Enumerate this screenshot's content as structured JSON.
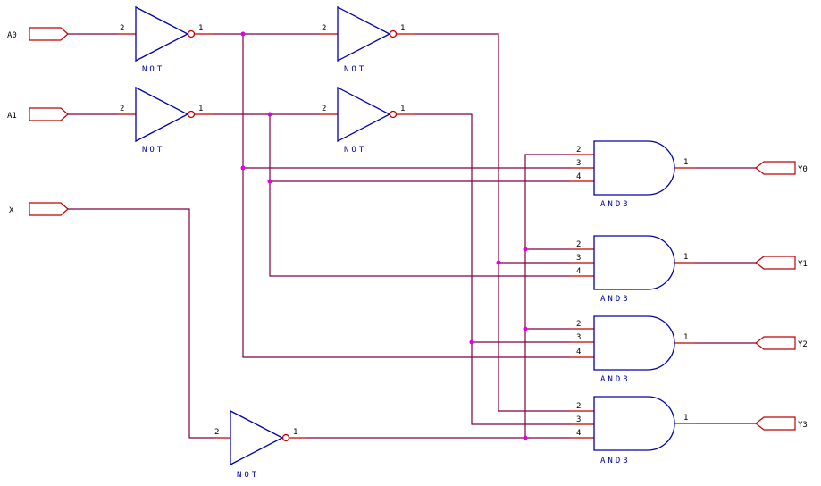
{
  "inputs": [
    {
      "id": "a0",
      "label": "A0"
    },
    {
      "id": "a1",
      "label": "A1"
    },
    {
      "id": "x",
      "label": "X"
    }
  ],
  "outputs": [
    {
      "id": "y0",
      "label": "Y0"
    },
    {
      "id": "y1",
      "label": "Y1"
    },
    {
      "id": "y2",
      "label": "Y2"
    },
    {
      "id": "y3",
      "label": "Y3"
    }
  ],
  "gate_types": {
    "not": "NOT",
    "and3": "AND3"
  },
  "pins": {
    "out": "1",
    "in_not": "2",
    "in_a": "2",
    "in_b": "3",
    "in_c": "4"
  },
  "colors": {
    "gate": "#0000b0",
    "pin": "#c00000",
    "wire": "#800040",
    "junction": "#e000e0"
  }
}
